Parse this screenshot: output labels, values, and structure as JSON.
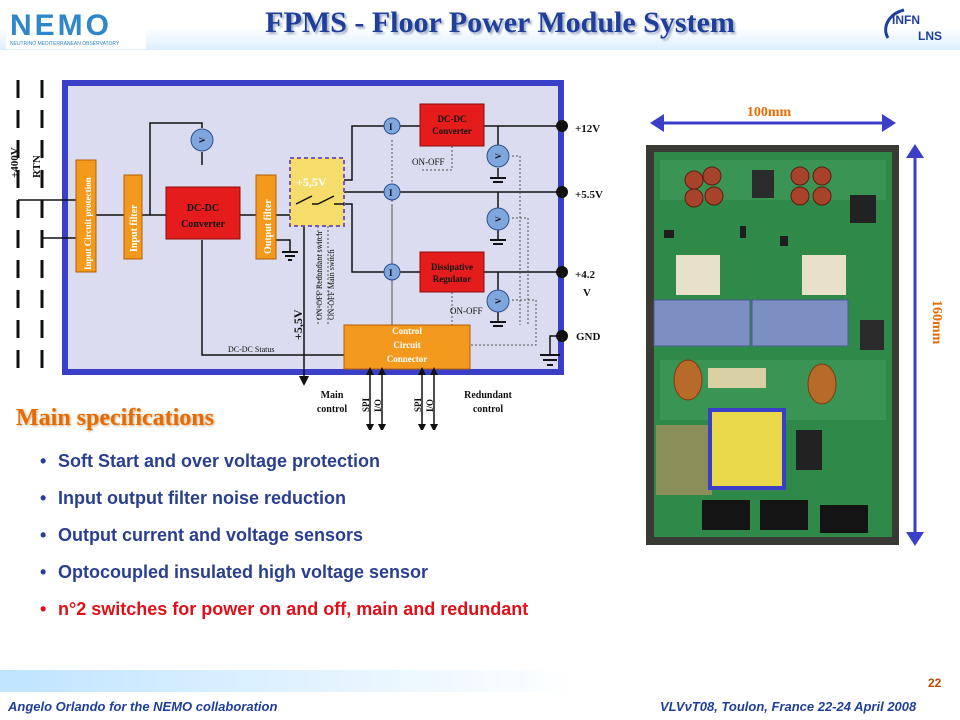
{
  "header": {
    "title": "FPMS  - Floor Power Module System",
    "logo_left_text": "NEMO",
    "logo_left_subtitle": "NEUTRINO MEDITERRANEAN OBSERVATORY",
    "logo_right_text": "INFN",
    "logo_right_sub": "LNS"
  },
  "diagram": {
    "input_labels": [
      "+400V",
      "RTN"
    ],
    "blocks": {
      "input_circuit_protection": "Input Circuit protection",
      "input_filter": "Input filter",
      "dcdc_main": [
        "DC-DC",
        "Converter"
      ],
      "output_filter": "Output filter",
      "switch_voltage": "+5,5V",
      "dcdc_12": [
        "DC-DC",
        "Converter"
      ],
      "dissipative": [
        "Dissipative",
        "Regulator"
      ],
      "control_connector": [
        "Control",
        "Circuit",
        "Connector"
      ]
    },
    "sensor_labels": {
      "voltage": "V",
      "current": "I"
    },
    "outputs": [
      "+12V",
      "+5.5V",
      "+4.2",
      "V",
      "GND"
    ],
    "on_off_labels": [
      "ON-OFF",
      "ON-OFF"
    ],
    "switch_labels": [
      "ON-OFF Redundant switch",
      "ON-OFF Main switch"
    ],
    "rail_label": "+5,5V",
    "status_label": "DC-DC Status",
    "main_control": [
      "Main",
      "control"
    ],
    "redundant_control": [
      "Redundant",
      "control"
    ],
    "bus_labels": [
      "SPI",
      "I/O",
      "SPI",
      "I/O"
    ]
  },
  "photo": {
    "width_label": "100mm",
    "height_label": "160mm"
  },
  "specs": {
    "heading": "Main specifications",
    "items": [
      "Soft Start and over voltage protection",
      "Input output filter noise reduction",
      "Output current and voltage sensors",
      "Optocoupled insulated high voltage sensor",
      "n°2 switches for power on and off, main and redundant"
    ]
  },
  "footer": {
    "page_number": "22",
    "left": "Angelo Orlando for the NEMO collaboration",
    "right": "VLVνT08, Toulon, France 22-24 April 2008"
  },
  "colors": {
    "title": "#1f3f9a",
    "spec_heading": "#e86a00",
    "spec_text": "#2a3f8f",
    "spec_highlight": "#e0101a",
    "block_orange": "#f39a1e",
    "block_red": "#e41c1c",
    "switch_yellow": "#f6dc6a",
    "frame_blue": "#3b3fc8"
  }
}
